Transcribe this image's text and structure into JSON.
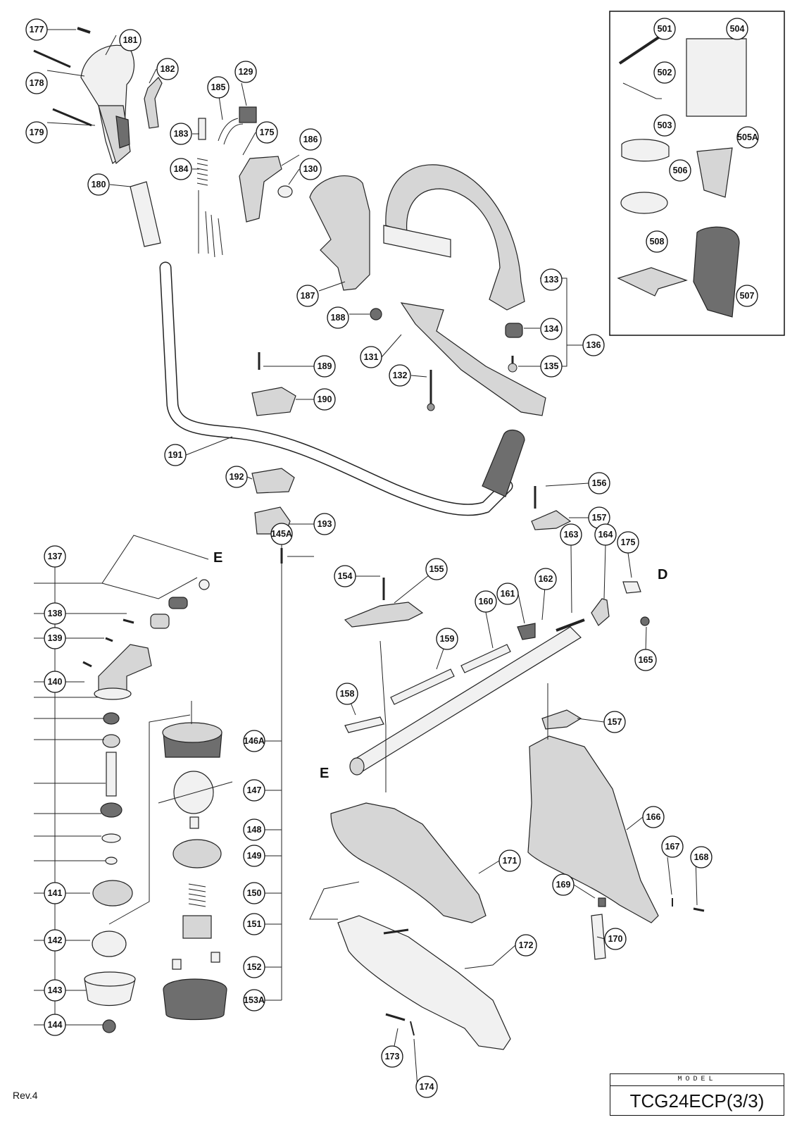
{
  "callouts": [
    "177",
    "181",
    "178",
    "182",
    "179",
    "180",
    "183",
    "184",
    "185",
    "129",
    "175",
    "186",
    "130",
    "187",
    "188",
    "133",
    "134",
    "135",
    "136",
    "131",
    "132",
    "189",
    "190",
    "191",
    "192",
    "193",
    "156",
    "157",
    "175",
    "164",
    "163",
    "162",
    "161",
    "160",
    "159",
    "158",
    "165",
    "154",
    "155",
    "157",
    "166",
    "167",
    "168",
    "169",
    "170",
    "171",
    "172",
    "173",
    "174",
    "137",
    "138",
    "139",
    "140",
    "141",
    "142",
    "143",
    "144",
    "145A",
    "146A",
    "147",
    "148",
    "149",
    "150",
    "151",
    "152",
    "153A",
    "501",
    "502",
    "503",
    "504",
    "505A",
    "506",
    "507",
    "508"
  ],
  "markers": {
    "e_top": "E",
    "e_pipe": "E",
    "d": "D"
  },
  "revision": "Rev.4",
  "model": {
    "caption": "MODEL",
    "name": "TCG24ECP(3/3)"
  }
}
